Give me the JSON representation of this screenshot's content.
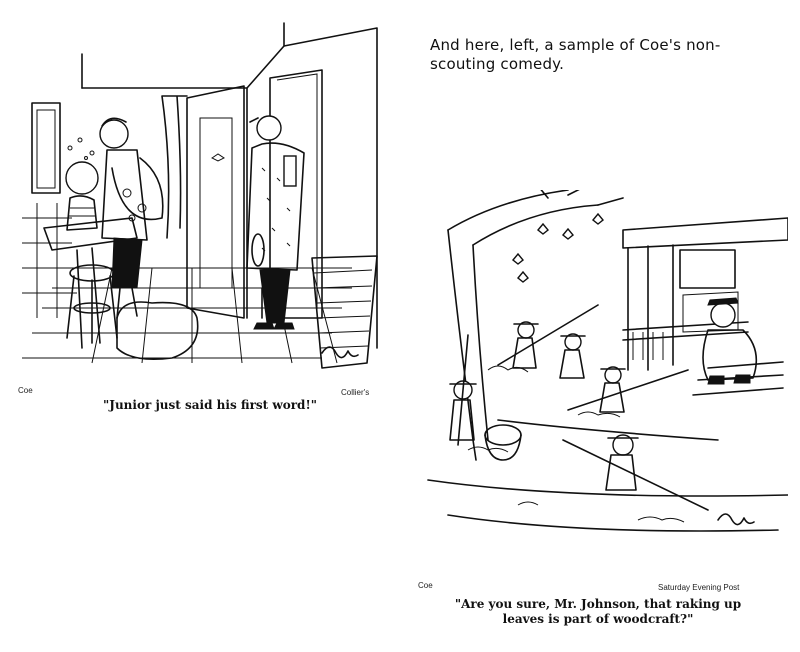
{
  "intro_text": "And here, left, a sample of Coe's non-scouting comedy.",
  "left_cartoon": {
    "artist_credit": "Coe",
    "publication_credit": "Collier's",
    "caption": "\"Junior just said his first word!\""
  },
  "right_cartoon": {
    "artist_credit": "Coe",
    "publication_credit": "Saturday Evening Post",
    "caption": "\"Are you sure, Mr. Johnson, that raking up leaves is part of woodcraft?\""
  }
}
